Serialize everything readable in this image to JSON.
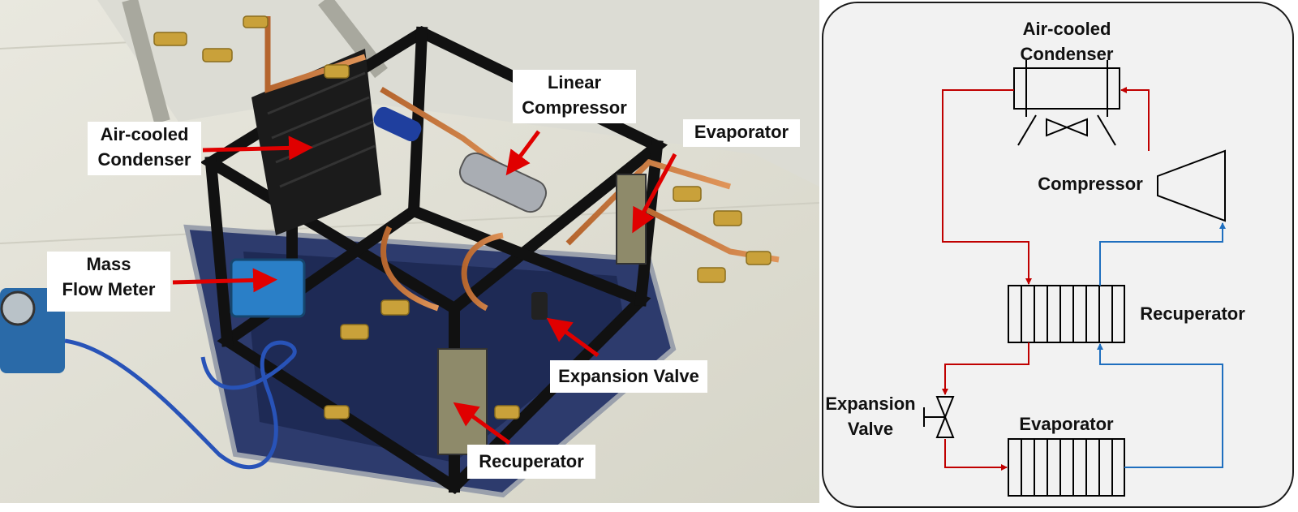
{
  "photo": {
    "callouts": {
      "condenser": [
        "Air-cooled",
        "Condenser"
      ],
      "compressor": [
        "Linear",
        "Compressor"
      ],
      "evaporator": "Evaporator",
      "mass_flow_meter": [
        "Mass",
        "Flow Meter"
      ],
      "expansion_valve": "Expansion Valve",
      "recuperator": "Recuperator"
    }
  },
  "schematic": {
    "labels": {
      "condenser": [
        "Air-cooled",
        "Condenser"
      ],
      "compressor": "Compressor",
      "recuperator": "Recuperator",
      "expansion_valve": [
        "Expansion",
        "Valve"
      ],
      "evaporator": "Evaporator"
    },
    "colors": {
      "hot_line": "#c00000",
      "cold_line": "#1f6fbf",
      "arrow": "#e00000"
    }
  }
}
